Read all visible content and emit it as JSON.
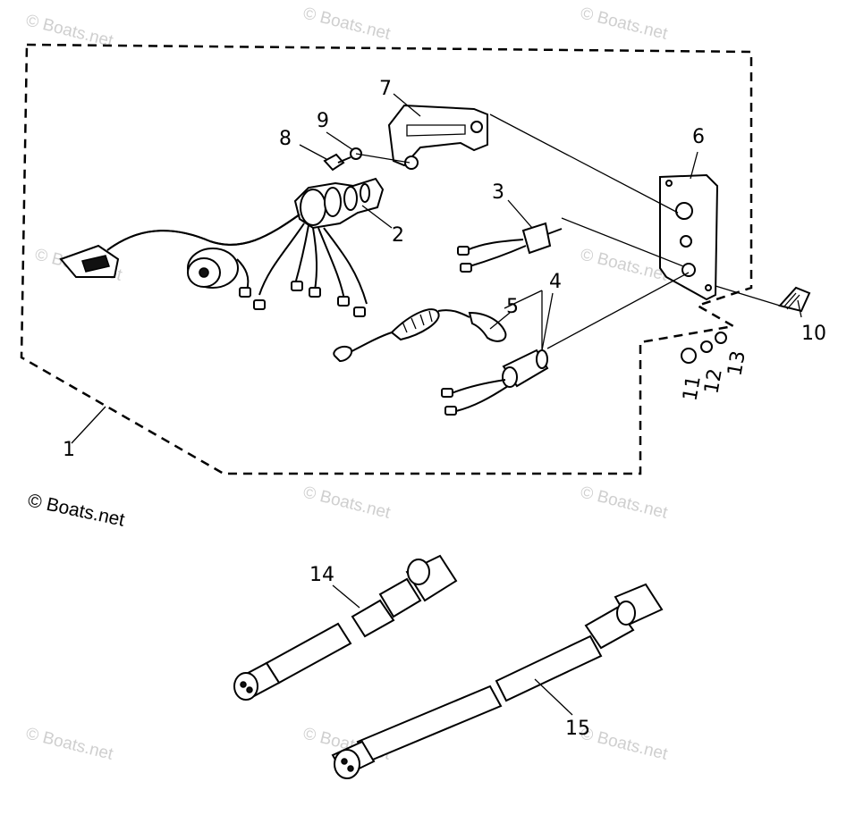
{
  "watermark": "© Boats.net",
  "copyright": "© Boats.net",
  "callouts": {
    "p1": "1",
    "p2": "2",
    "p3": "3",
    "p4": "4",
    "p5": "5",
    "p6": "6",
    "p7": "7",
    "p8": "8",
    "p9": "9",
    "p10": "10",
    "p11": "11",
    "p12": "12",
    "p13": "13",
    "p14": "14",
    "p15": "15"
  }
}
